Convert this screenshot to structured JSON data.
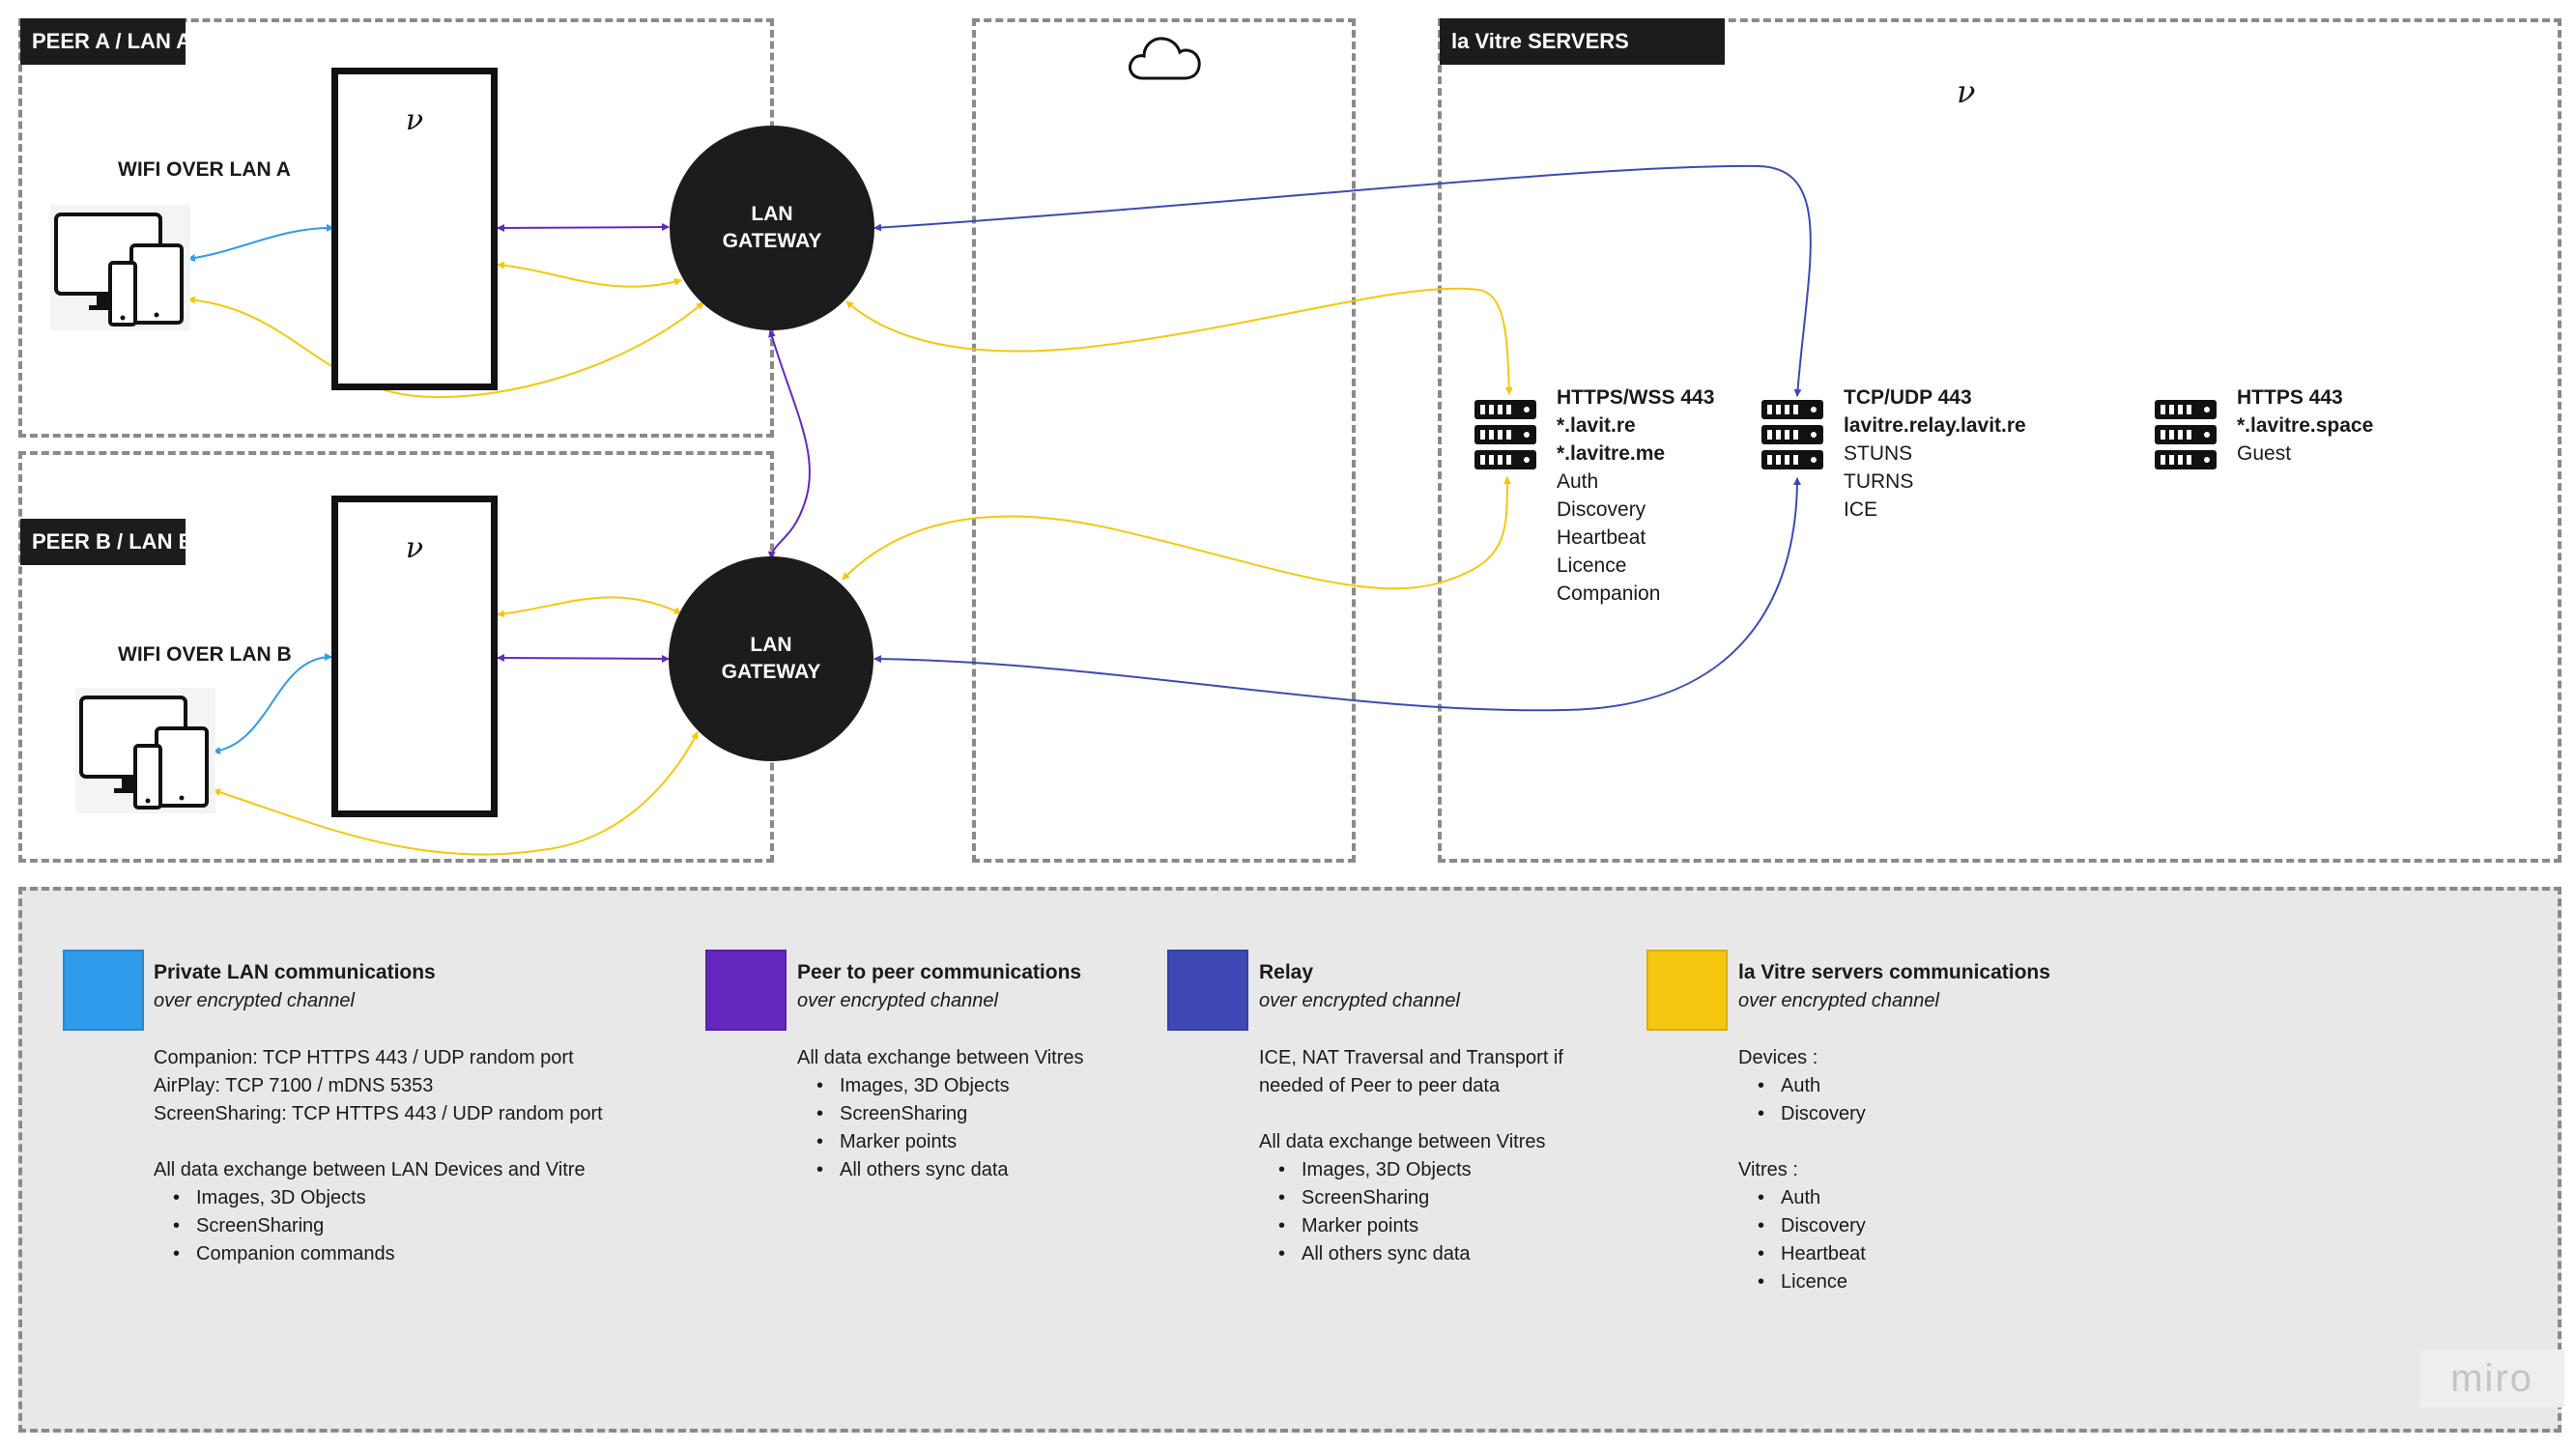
{
  "peer_a": {
    "tag": "PEER A / LAN A",
    "wifi_label": "WIFI OVER LAN A",
    "gateway_line1": "LAN",
    "gateway_line2": "GATEWAY",
    "ap_logo": "ν"
  },
  "peer_b": {
    "tag": "PEER B / LAN B",
    "wifi_label": "WIFI OVER LAN B",
    "gateway_line1": "LAN",
    "gateway_line2": "GATEWAY",
    "ap_logo": "ν"
  },
  "servers": {
    "tag": "la Vitre SERVERS",
    "logo": "ν",
    "items": [
      {
        "bold": [
          "HTTPS/WSS 443",
          "*.lavit.re",
          "*.lavitre.me"
        ],
        "regular": [
          "Auth",
          "Discovery",
          "Heartbeat",
          "Licence",
          "Companion"
        ]
      },
      {
        "bold": [
          "TCP/UDP 443",
          "lavitre.relay.lavit.re"
        ],
        "regular": [
          "STUNS",
          "TURNS",
          "ICE"
        ]
      },
      {
        "bold": [
          "HTTPS 443",
          "*.lavitre.space"
        ],
        "regular": [
          "Guest"
        ]
      }
    ]
  },
  "colors": {
    "lan": "#2f9bea",
    "p2p": "#6528be",
    "relay": "#3e49b6",
    "servers": "#f5c711",
    "dark": "#1c1c1c",
    "dash": "#8a8a8a"
  },
  "icons": {
    "devices": "devices-icon",
    "server": "server-icon",
    "cloud": "cloud-icon"
  },
  "legend": [
    {
      "title": "Private LAN communications",
      "subtitle": "over encrypted channel",
      "lines": [
        "Companion: TCP HTTPS 443 / UDP random port",
        "AirPlay: TCP  7100 / mDNS 5353",
        "ScreenSharing: TCP HTTPS 443 / UDP random port"
      ],
      "list_title": "All data exchange between LAN Devices and Vitre",
      "bullets": [
        "Images, 3D Objects",
        "ScreenSharing",
        "Companion commands"
      ]
    },
    {
      "title": "Peer to peer communications",
      "subtitle": "over encrypted channel",
      "list_title": "All data exchange between Vitres",
      "bullets": [
        "Images, 3D Objects",
        "ScreenSharing",
        "Marker points",
        "All others sync data"
      ]
    },
    {
      "title": "Relay",
      "subtitle": "over encrypted channel",
      "lines": [
        "ICE, NAT Traversal and Transport if",
        "needed of Peer to peer data"
      ],
      "list_title": "All data exchange between Vitres",
      "bullets": [
        "Images, 3D Objects",
        "ScreenSharing",
        "Marker points",
        "All others sync data"
      ]
    },
    {
      "title": "la Vitre servers communications",
      "subtitle": "over encrypted channel",
      "groups": [
        {
          "title": "Devices :",
          "bullets": [
            "Auth",
            "Discovery"
          ]
        },
        {
          "title": "Vitres :",
          "bullets": [
            "Auth",
            "Discovery",
            "Heartbeat",
            "Licence"
          ]
        }
      ]
    }
  ],
  "watermark": "miro"
}
